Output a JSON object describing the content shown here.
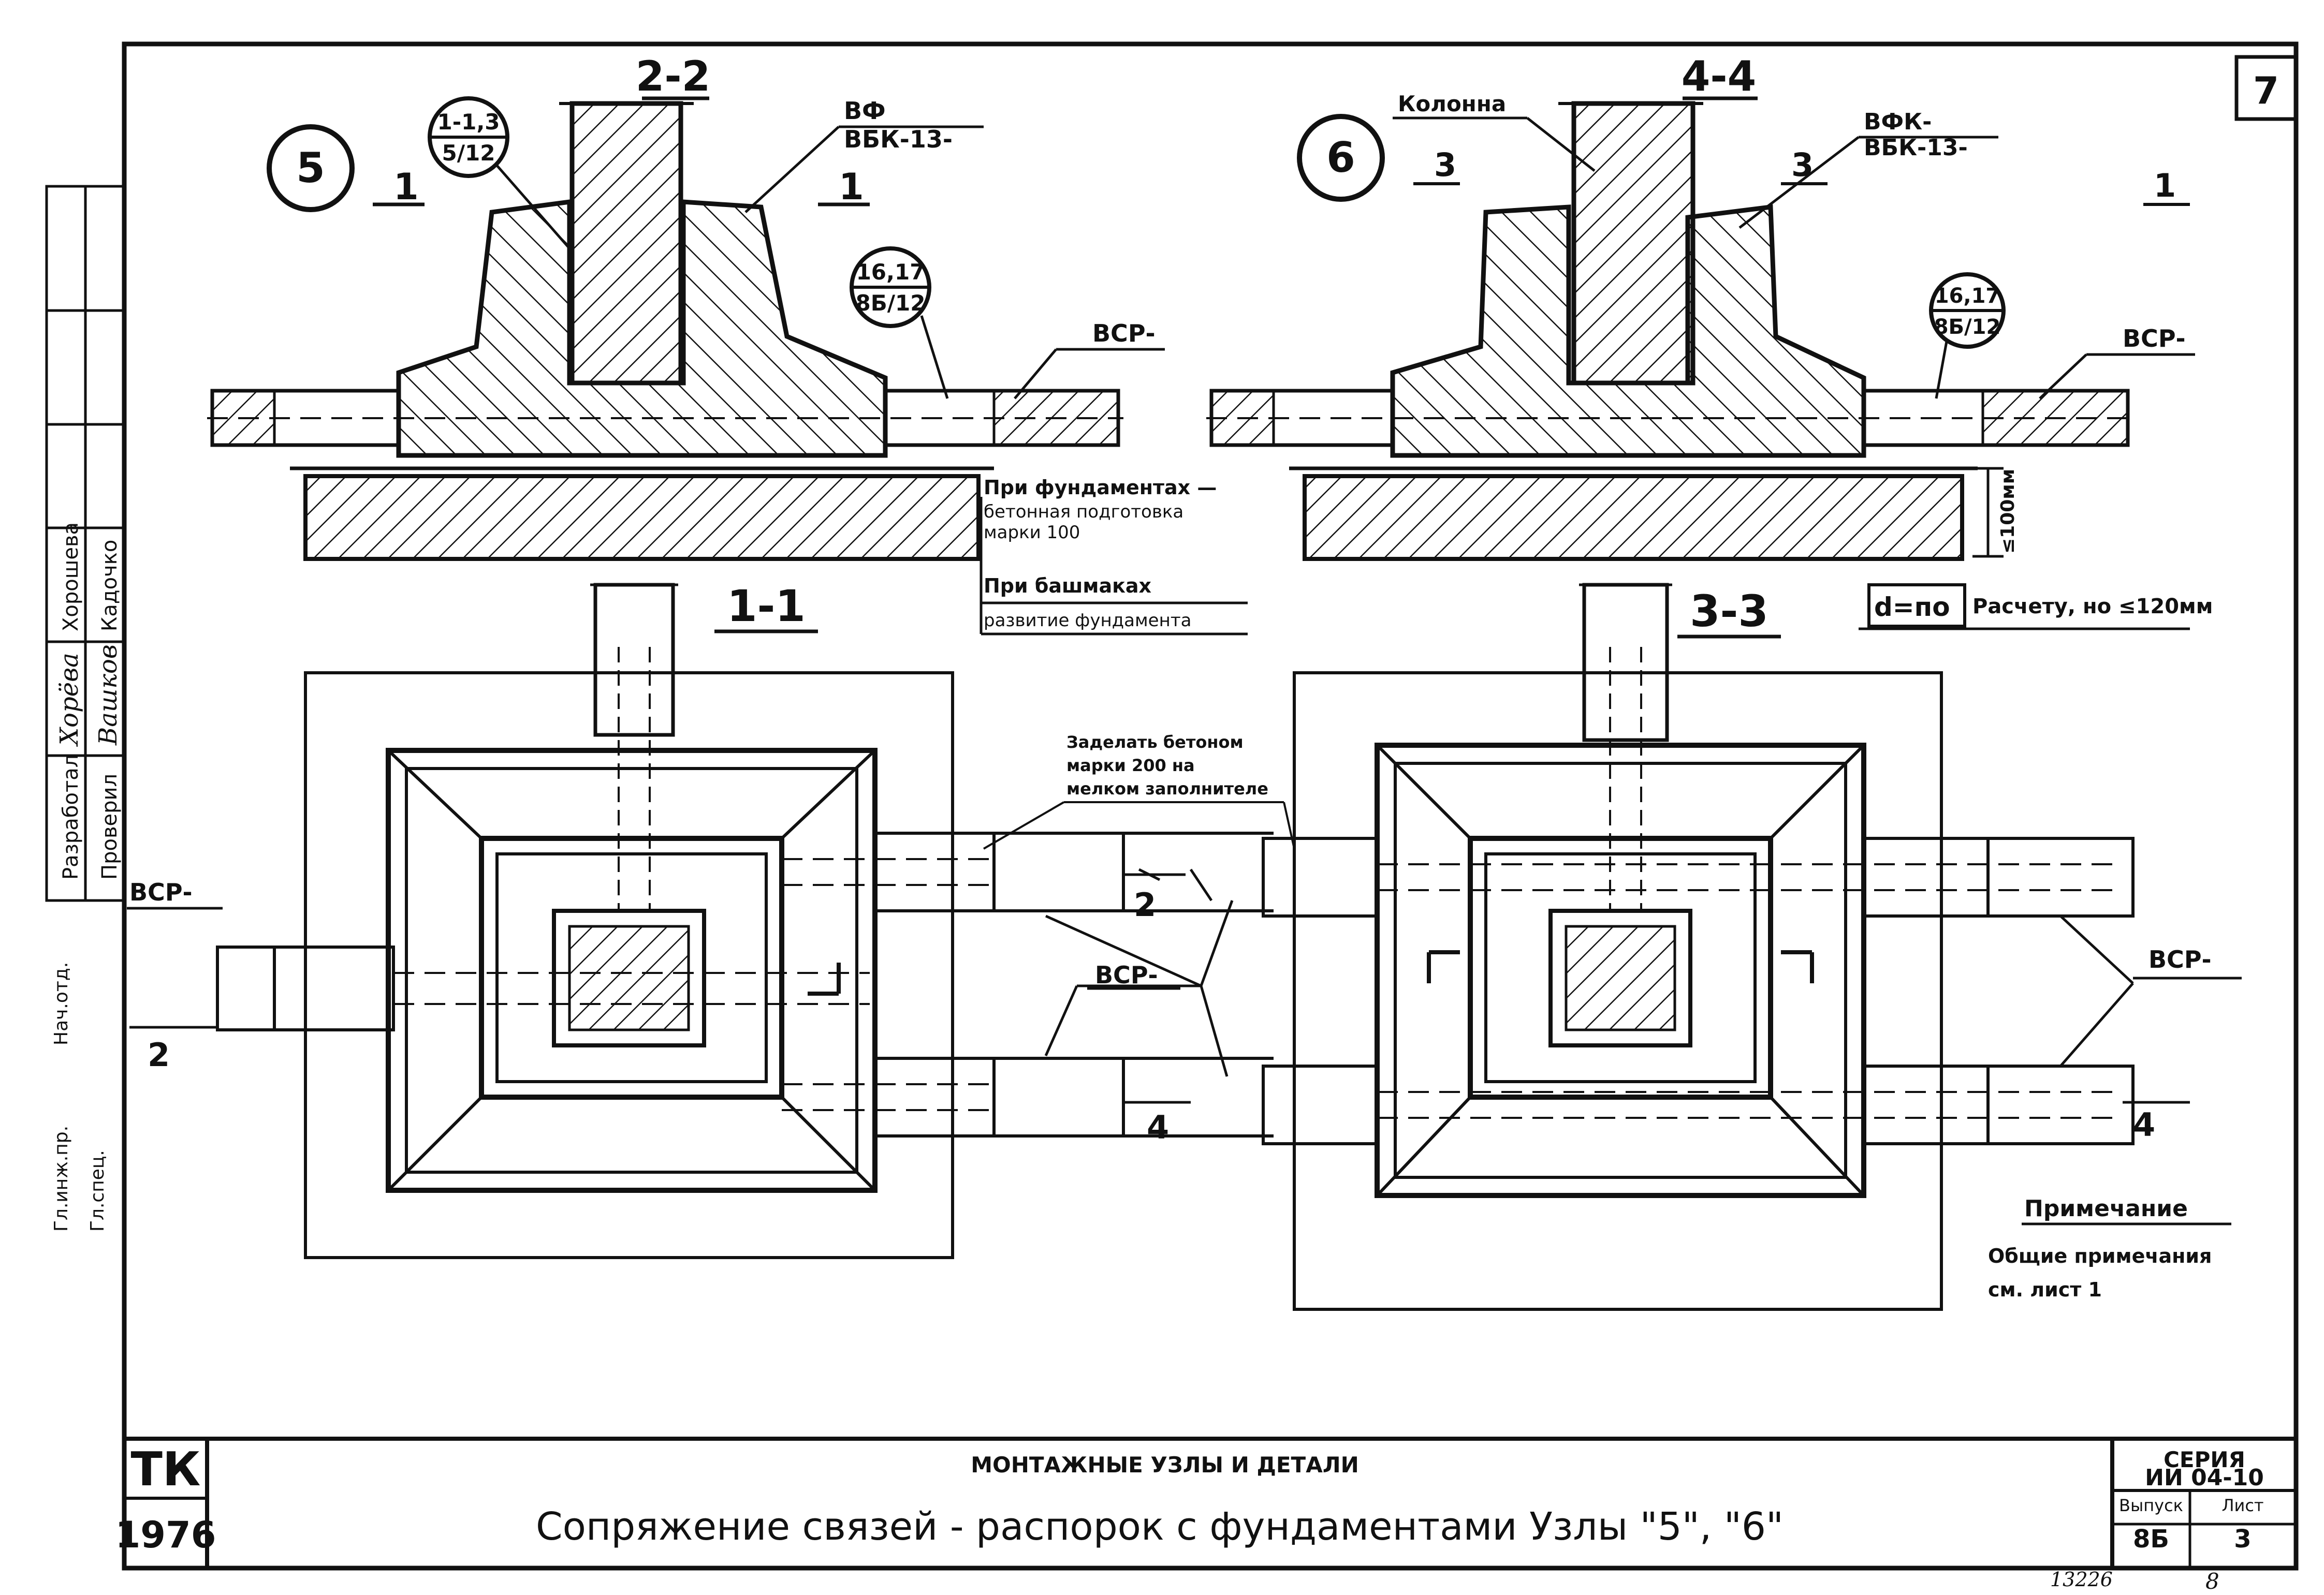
{
  "sheet": {
    "sheet_number": "7",
    "title_main": "МОНТАЖНЫЕ УЗЛЫ И ДЕТАЛИ",
    "title_sub": "Сопряжение связей - распорок с фундаментами  Узлы \"5\", \"6\"",
    "org": "ТК",
    "year": "1976",
    "series_label": "СЕРИЯ",
    "series_value": "ИИ 04-10",
    "issue_label": "Выпуск",
    "issue_value": "8Б",
    "list_label": "Лист",
    "list_value": "3",
    "footer_num": "13226",
    "footer_page": "8"
  },
  "stamp": {
    "row1": "Разработал",
    "row2": "Проверил",
    "name1": "Хорёва",
    "name2": "Вашков",
    "surname1": "Хорошева",
    "surname2": "Кадочко",
    "side1": "Нач.отд.",
    "side2": "Гл.инж.пр.",
    "side3": "Гл.спец."
  },
  "nodes": {
    "n5": "5",
    "n6": "6",
    "s2": "2-2",
    "s4": "4-4",
    "s1": "1-1",
    "s3": "3-3",
    "cut1": "1",
    "cut2": "2",
    "cut3": "3",
    "cut4": "4",
    "ref1_top": "1-1,3",
    "ref1_bot": "5/12",
    "ref2_top": "16,17",
    "ref2_bot": "8Б/12",
    "ref3_top": "16,17",
    "ref3_bot": "8Б/12"
  },
  "labels": {
    "vf": "ВФ",
    "vbk": "ВБК-13-",
    "vfk": "ВФК-",
    "vbk2": "ВБК-13-",
    "column": "Колонна",
    "vsr": "ВСР-",
    "note_found_1": "При фундаментах —",
    "note_found_2": "бетонная подготовка",
    "note_found_3": "марки 100",
    "note_shoe_1": "При башмаках",
    "note_shoe_2": "развитие фундамента",
    "dim_100": "≤100мм",
    "d_label": "d=по",
    "d_text": "Расчету, но ≤120мм",
    "embed_1": "Заделать бетоном",
    "embed_2": "марки 200 на",
    "embed_3": "мелком заполнителе"
  },
  "notes": {
    "title": "Примечание",
    "line1": "Общие примечания",
    "line2": "см. лист 1"
  },
  "colors": {
    "ink": "#111111",
    "paper": "#ffffff"
  }
}
